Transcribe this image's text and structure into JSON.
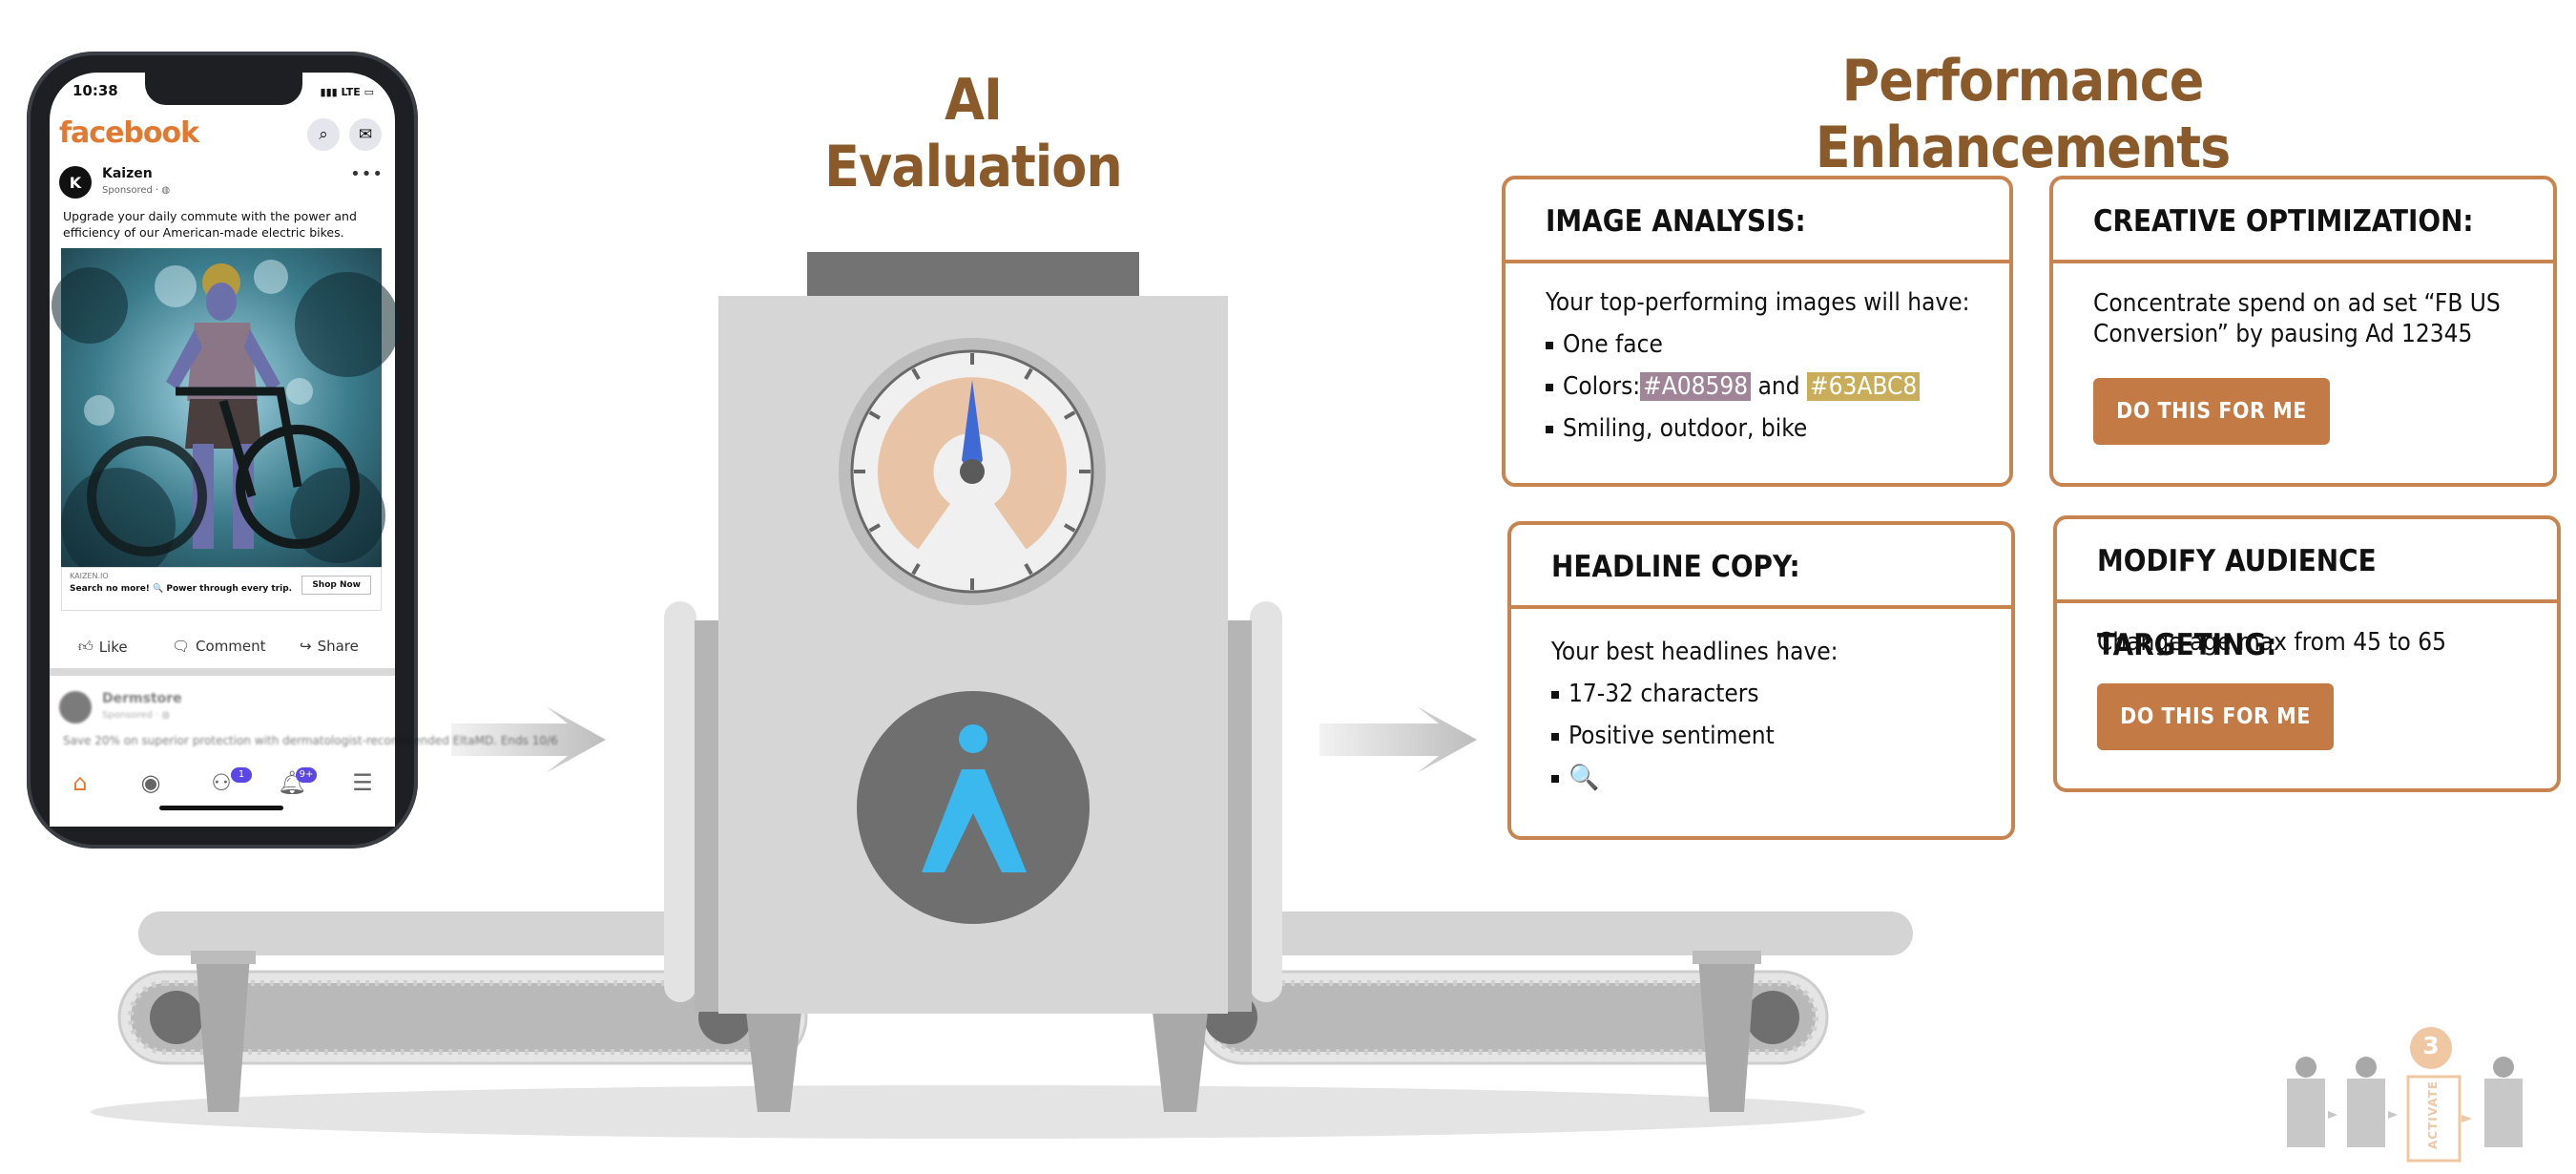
{
  "titles": {
    "ai_evaluation": "AI Evaluation",
    "performance": "Performance Enhancements"
  },
  "phone": {
    "time": "10:38",
    "network": "LTE",
    "app_logo": "facebook",
    "post": {
      "avatar_letter": "K",
      "author": "Kaizen",
      "sponsored": "Sponsored · ◍",
      "text": "Upgrade your daily commute with the power and efficiency of our American-made electric bikes.",
      "link_domain": "KAIZEN.IO",
      "link_title": "Search no more! 🔍 Power through every trip.",
      "cta": "Shop Now"
    },
    "actions": {
      "like": "Like",
      "comment": "Comment",
      "share": "Share"
    },
    "post2": {
      "author": "Dermstore",
      "sponsored": "Sponsored · ◍",
      "text": "Save 20% on superior protection with dermatologist-recommended EltaMD. Ends 10/6"
    },
    "badges": {
      "groups": "1",
      "notifications": "9+"
    }
  },
  "cards": {
    "image_analysis": {
      "title": "IMAGE ANALYSIS:",
      "intro": "Your top-performing images will have:",
      "face": "One face",
      "colors_label": "Colors:",
      "color1": "#A08598",
      "and": "and",
      "color2": "#63ABC8",
      "traits": "Smiling, outdoor, bike"
    },
    "headline": {
      "title": "HEADLINE COPY:",
      "intro": "Your best headlines have:",
      "chars": "17-32 characters",
      "sentiment": "Positive sentiment",
      "emoji": "🔍"
    },
    "creative": {
      "title": "CREATIVE OPTIMIZATION:",
      "text": "Concentrate spend on ad set “FB US Conversion” by pausing Ad 12345",
      "button": "DO THIS FOR ME"
    },
    "audience": {
      "title": "MODIFY AUDIENCE TARGETING:",
      "text": "Change age max from 45 to 65",
      "button": "DO THIS FOR ME"
    }
  },
  "steps": {
    "active_number": "3",
    "active_label": "ACTIVATE"
  },
  "colors": {
    "accent_brown": "#c8844f",
    "title_brown": "#8a5a2b",
    "button_brown": "#c47a45",
    "chip_purple": "#A08598",
    "chip_gold": "#C9AD5A",
    "logo_blue": "#3BB8EE",
    "needle_blue": "#3f6ad6"
  }
}
